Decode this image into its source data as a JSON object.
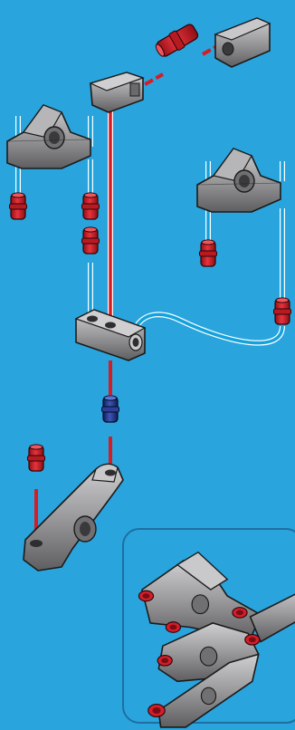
{
  "canvas": {
    "background": "#2aa4dd"
  },
  "colors": {
    "part_gray": "#8f8f91",
    "part_gray_light": "#c9c9cb",
    "part_gray_dark": "#4a4a4c",
    "outline": "#1b1b1b",
    "peg_red": "#d41f2a",
    "peg_blue": "#273b93",
    "guide_red": "#d61c24",
    "guide_blue": "#12a2dd",
    "guide_blue_white": "#ffffff",
    "inset_border": "#1e6fa0"
  },
  "parts": [
    {
      "name": "top-right-connector-block",
      "kind": "connector-block"
    },
    {
      "name": "top-red-axle-peg",
      "kind": "axle-peg",
      "color": "red"
    },
    {
      "name": "top-center-connector-block",
      "kind": "connector-block"
    },
    {
      "name": "left-bracket",
      "kind": "angled-bracket"
    },
    {
      "name": "right-bracket",
      "kind": "angled-bracket"
    },
    {
      "name": "left-red-peg-1",
      "kind": "peg",
      "color": "red"
    },
    {
      "name": "left-red-peg-2",
      "kind": "peg",
      "color": "red"
    },
    {
      "name": "right-red-peg-1",
      "kind": "peg",
      "color": "red"
    },
    {
      "name": "right-red-peg-2",
      "kind": "peg",
      "color": "red"
    },
    {
      "name": "middle-link-block",
      "kind": "two-hole-link"
    },
    {
      "name": "blue-peg",
      "kind": "peg",
      "color": "blue"
    },
    {
      "name": "bottom-red-peg",
      "kind": "peg",
      "color": "red"
    },
    {
      "name": "bottom-arm",
      "kind": "bent-arm"
    },
    {
      "name": "assembled-result-inset",
      "kind": "inset-view"
    }
  ]
}
